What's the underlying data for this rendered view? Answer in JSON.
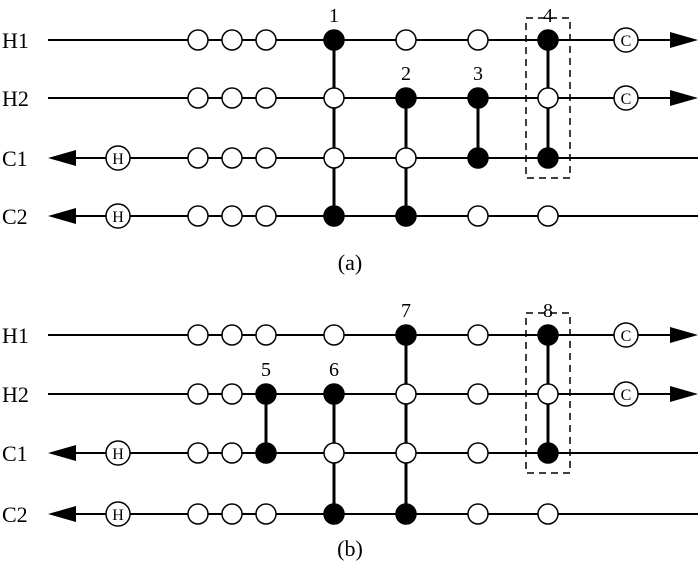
{
  "diagrams": [
    {
      "caption": "(a)",
      "streams": [
        {
          "label": "H1",
          "direction": "right",
          "utility": "C"
        },
        {
          "label": "H2",
          "direction": "right",
          "utility": "C"
        },
        {
          "label": "C1",
          "direction": "left",
          "utility": "H"
        },
        {
          "label": "C2",
          "direction": "left",
          "utility": "H"
        }
      ],
      "matches": [
        {
          "number": "1",
          "position": 3,
          "hot": 0,
          "cold": 3,
          "highlighted": false
        },
        {
          "number": "2",
          "position": 4,
          "hot": 1,
          "cold": 3,
          "highlighted": false
        },
        {
          "number": "3",
          "position": 5,
          "hot": 1,
          "cold": 2,
          "highlighted": false
        },
        {
          "number": "4",
          "position": 6,
          "hot": 0,
          "cold": 2,
          "highlighted": true
        }
      ]
    },
    {
      "caption": "(b)",
      "streams": [
        {
          "label": "H1",
          "direction": "right",
          "utility": "C"
        },
        {
          "label": "H2",
          "direction": "right",
          "utility": "C"
        },
        {
          "label": "C1",
          "direction": "left",
          "utility": "H"
        },
        {
          "label": "C2",
          "direction": "left",
          "utility": "H"
        }
      ],
      "matches": [
        {
          "number": "5",
          "position": 2,
          "hot": 1,
          "cold": 2,
          "highlighted": false
        },
        {
          "number": "6",
          "position": 3,
          "hot": 1,
          "cold": 3,
          "highlighted": false
        },
        {
          "number": "7",
          "position": 4,
          "hot": 0,
          "cold": 3,
          "highlighted": false
        },
        {
          "number": "8",
          "position": 6,
          "hot": 0,
          "cold": 2,
          "highlighted": true
        }
      ]
    }
  ]
}
